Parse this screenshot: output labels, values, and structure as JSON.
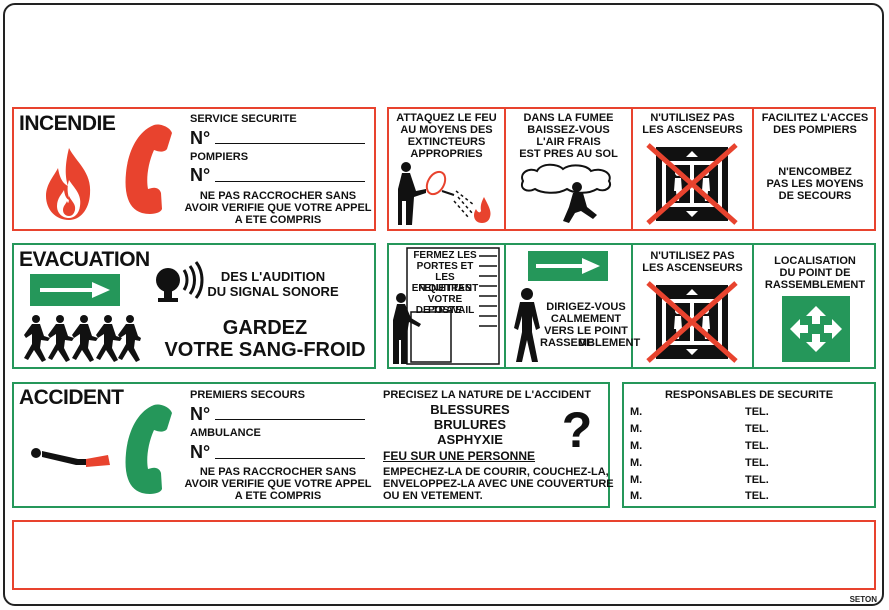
{
  "colors": {
    "red": "#e8432e",
    "green": "#25975a",
    "black": "#111111"
  },
  "incendie": {
    "title": "INCENDIE",
    "service_label": "SERVICE SECURITE",
    "num1": "N°",
    "pompiers_label": "POMPIERS",
    "num2": "N°",
    "note_l1": "NE PAS RACCROCHER SANS",
    "note_l2": "AVOIR VERIFIE QUE VOTRE APPEL",
    "note_l3": "A ETE COMPRIS",
    "icons": [
      "flame-icon",
      "phone-icon"
    ]
  },
  "fire_panels": [
    {
      "lines": [
        "ATTAQUEZ LE FEU",
        "AU MOYENS DES",
        "EXTINCTEURS",
        "APPROPRIES"
      ]
    },
    {
      "lines": [
        "DANS LA FUMEE",
        "BAISSEZ-VOUS",
        "L'AIR FRAIS",
        "EST PRES AU SOL"
      ]
    },
    {
      "lines": [
        "N'UTILISEZ PAS",
        "LES ASCENSEURS"
      ]
    },
    {
      "lines": [
        "FACILITEZ L'ACCES",
        "DES POMPIERS"
      ],
      "lines2": [
        "N'ENCOMBEZ",
        "PAS LES MOYENS",
        "DE SECOURS"
      ]
    }
  ],
  "evacuation": {
    "title": "EVACUATION",
    "audition_l1": "DES L'AUDITION",
    "audition_l2": "DU SIGNAL SONORE",
    "calm_l1": "GARDEZ",
    "calm_l2": "VOTRE SANG-FROID"
  },
  "evac_panels": [
    {
      "lines": [
        "FERMEZ LES",
        "PORTES ET",
        "LES FENETRES",
        "EN QUITTANT",
        "VOTRE POSTE",
        "DE TRAVAIL"
      ]
    },
    {
      "lines": [
        "DIRIGEZ-VOUS",
        "CALMEMENT",
        "VERS LE POINT DE",
        "RASSEMBLEMENT"
      ]
    },
    {
      "lines": [
        "N'UTILISEZ PAS",
        "LES ASCENSEURS"
      ]
    },
    {
      "lines": [
        "LOCALISATION",
        "DU POINT DE",
        "RASSEMBLEMENT"
      ]
    }
  ],
  "accident": {
    "title": "ACCIDENT",
    "premiers_label": "PREMIERS SECOURS",
    "num1": "N°",
    "ambulance_label": "AMBULANCE",
    "num2": "N°",
    "note_l1": "NE PAS RACCROCHER SANS",
    "note_l2": "AVOIR VERIFIE QUE VOTRE APPEL",
    "note_l3": "A ETE COMPRIS",
    "nature_label": "PRECISEZ LA NATURE DE L'ACCIDENT",
    "types": [
      "BLESSURES",
      "BRULURES",
      "ASPHYXIE"
    ],
    "feu_label": "FEU SUR UNE PERSONNE",
    "advice_l1": "EMPECHEZ-LA DE COURIR, COUCHEZ-LA,",
    "advice_l2": "ENVELOPPEZ-LA AVEC UNE COUVERTURE",
    "advice_l3": "OU EN VETEMENT.",
    "question": "?"
  },
  "responsables": {
    "title": "RESPONSABLES DE SECURITE",
    "rows": [
      {
        "m": "M.",
        "tel": "TEL."
      },
      {
        "m": "M.",
        "tel": "TEL."
      },
      {
        "m": "M.",
        "tel": "TEL."
      },
      {
        "m": "M.",
        "tel": "TEL."
      },
      {
        "m": "M.",
        "tel": "TEL."
      },
      {
        "m": "M.",
        "tel": "TEL."
      }
    ]
  },
  "brand": "SETON"
}
